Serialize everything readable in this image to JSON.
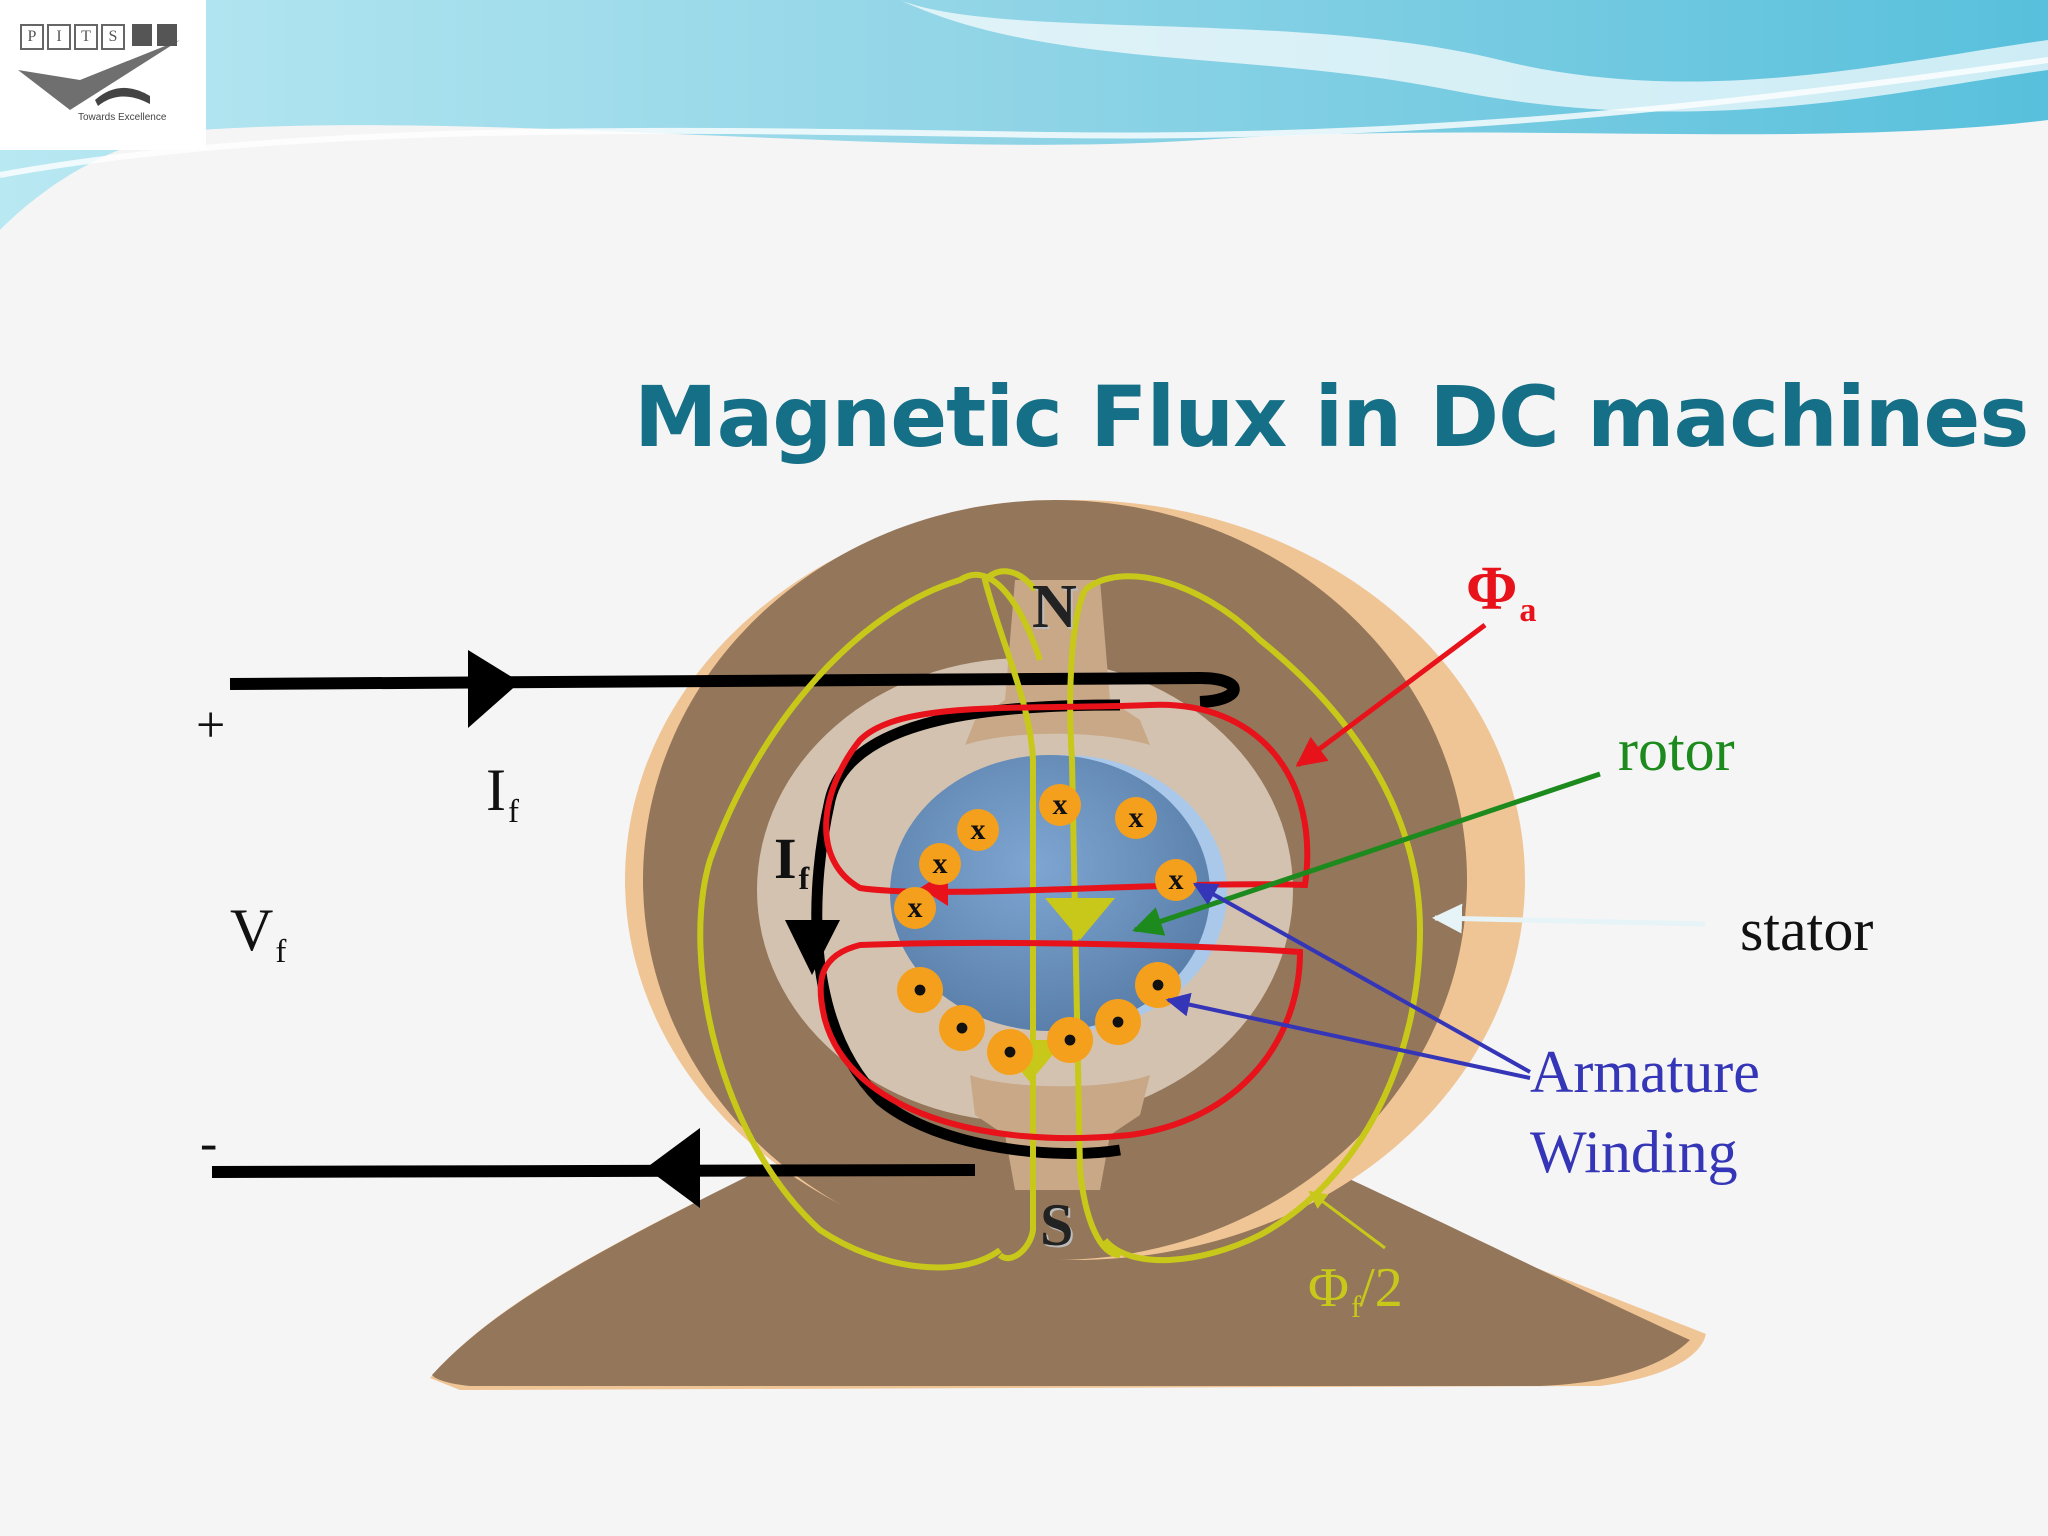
{
  "header": {
    "logo_letters": [
      "P",
      "I",
      "T",
      "S"
    ],
    "logo_tagline": "Towards Excellence"
  },
  "title": "Magnetic Flux in DC machines",
  "labels": {
    "plus": "+",
    "minus": "-",
    "field_current_main": "I",
    "field_current_sub": "f",
    "field_current_inner_main": "I",
    "field_current_inner_sub": "f",
    "field_voltage_main": "V",
    "field_voltage_sub": "f",
    "north_pole": "N",
    "south_pole": "S",
    "armature_flux_main": "Φ",
    "armature_flux_sub": "a",
    "rotor": "rotor",
    "stator": "stator",
    "armature_line1": "Armature",
    "armature_line2": "Winding",
    "field_flux_main": "Φ",
    "field_flux_sub": "f",
    "field_flux_suffix": "/2"
  },
  "conductor_marks": {
    "into_page": "x",
    "out_of_page": "•"
  },
  "colors": {
    "title": "#156f86",
    "armature_flux": "#e8121b",
    "rotor_label": "#1c8a1c",
    "armature_label": "#3535b8",
    "field_flux": "#c8c81a",
    "stator_body": "#94765a",
    "stator_edge": "#f0c596",
    "rotor_core": "#6f94c0",
    "conductor": "#f5a01c"
  }
}
